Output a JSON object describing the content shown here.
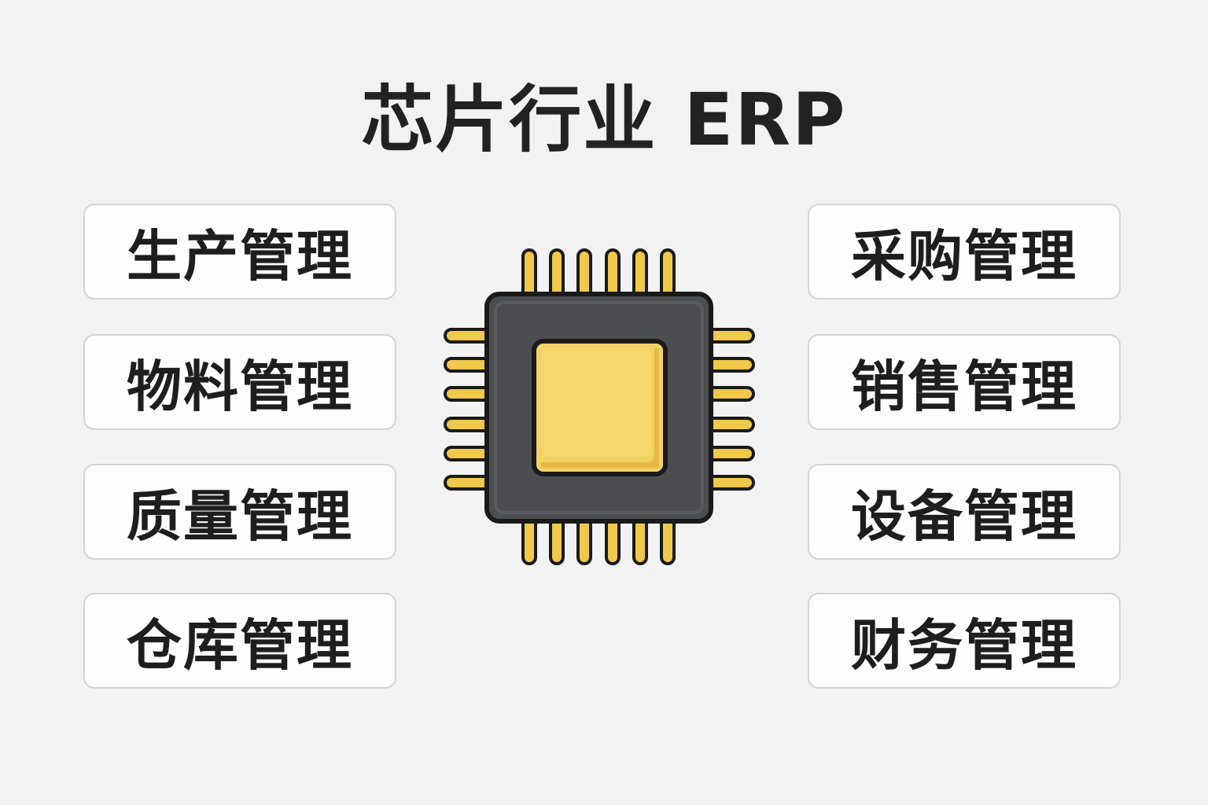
{
  "title": "芯片行业 ERP",
  "left_modules": [
    "生产管理",
    "物料管理",
    "质量管理",
    "仓库管理"
  ],
  "right_modules": [
    "采购管理",
    "销售管理",
    "设备管理",
    "财务管理"
  ],
  "colors": {
    "background": "#f2f2f2",
    "chip_body": "#4b4d50",
    "chip_core": "#f3d263",
    "pins": "#f0c94a",
    "outline": "#1a1a1a"
  },
  "icon": "chip-icon"
}
